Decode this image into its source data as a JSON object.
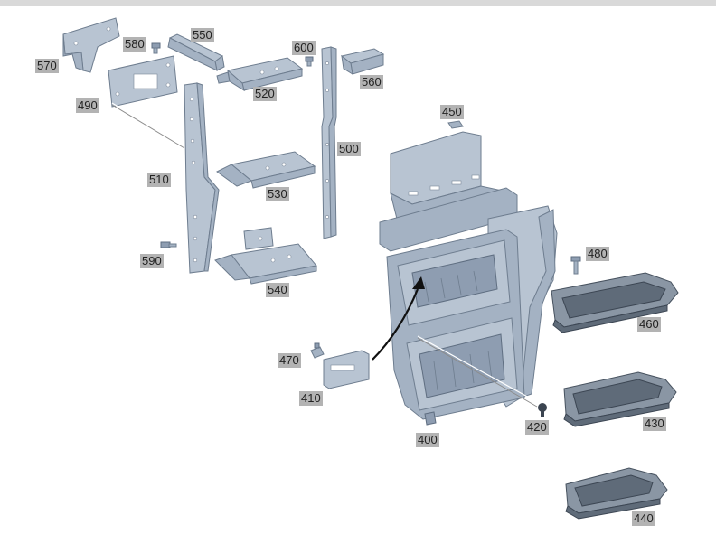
{
  "labels": {
    "p570": "570",
    "p580": "580",
    "p550": "550",
    "p600": "600",
    "p560": "560",
    "p520": "520",
    "p490": "490",
    "p510": "510",
    "p500": "500",
    "p530": "530",
    "p590": "590",
    "p540": "540",
    "p450": "450",
    "p480": "480",
    "p460": "460",
    "p470": "470",
    "p410": "410",
    "p420": "420",
    "p430": "430",
    "p400": "400",
    "p440": "440"
  }
}
